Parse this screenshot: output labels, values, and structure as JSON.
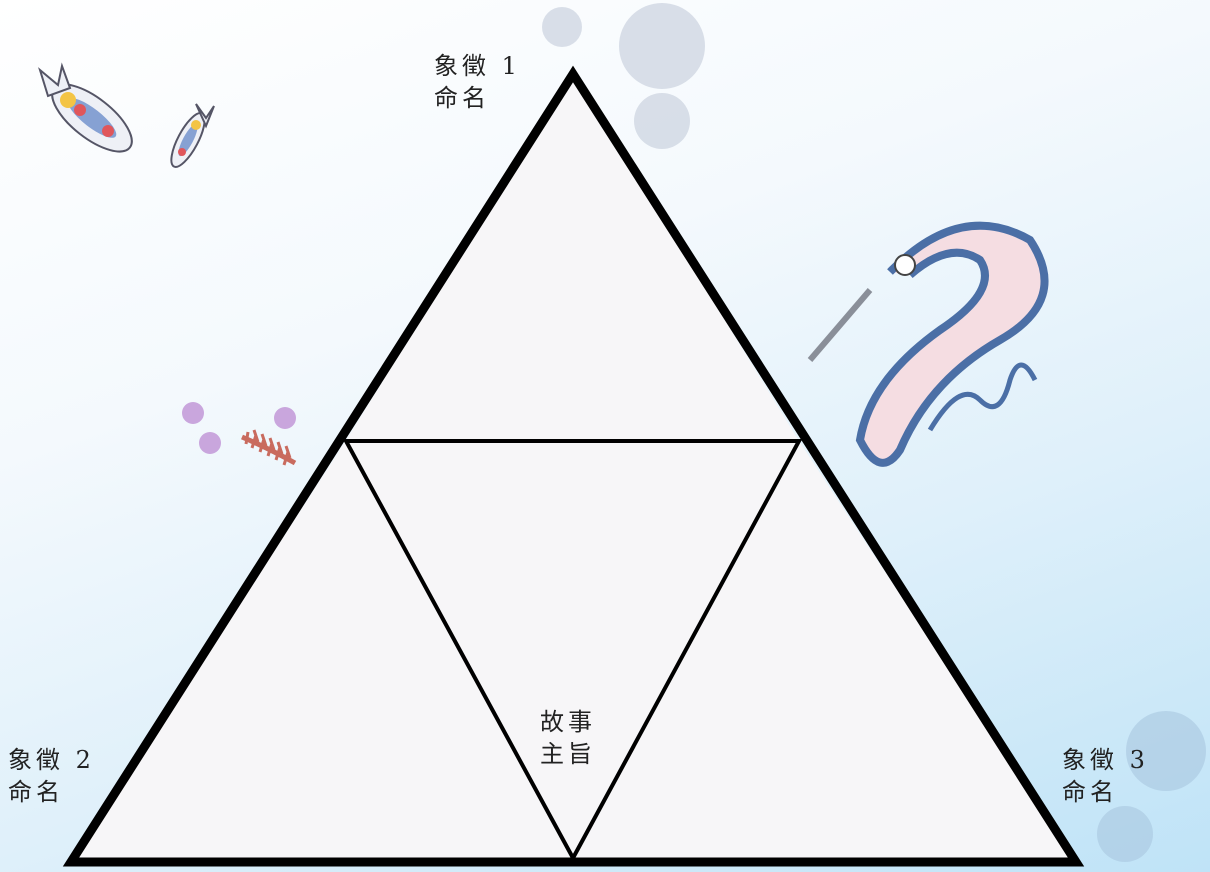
{
  "diagram": {
    "symbol1": {
      "title": "象徵 1",
      "subtitle": "命名"
    },
    "symbol2": {
      "title": "象徵 2",
      "subtitle": "命名"
    },
    "symbol3": {
      "title": "象徵 3",
      "subtitle": "命名"
    },
    "theme": {
      "line1": "故事",
      "line2": "主旨"
    }
  },
  "colors": {
    "triangle_fill": "#f7f6f8",
    "outline": "#000000",
    "bubble": "#cfd6e3",
    "bubble_blue": "#a9c6df",
    "spore": "#c9a6dd"
  },
  "icons": [
    "sea-slug-icon",
    "small-sea-slug-icon",
    "sea-creature-icon",
    "worm-icon",
    "spores-icon",
    "bubbles-icon"
  ]
}
